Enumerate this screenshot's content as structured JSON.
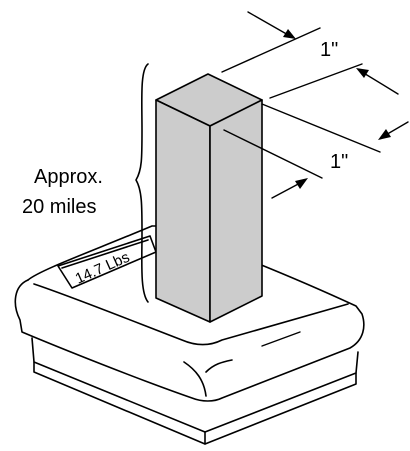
{
  "labels": {
    "dim_top": "1\"",
    "dim_side": "1\"",
    "height_line1": "Approx.",
    "height_line2": "20 miles",
    "scale_reading": "14.7 Lbs"
  },
  "colors": {
    "column_front": "#cccccc",
    "column_side": "#cccccc",
    "column_top": "#cccccc",
    "outline": "#000000",
    "background": "#ffffff"
  }
}
